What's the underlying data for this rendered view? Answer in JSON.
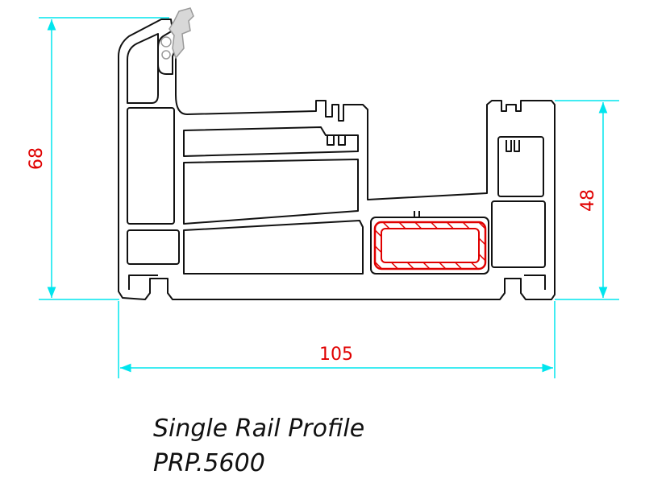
{
  "dimensions": {
    "height_total": "68",
    "height_rail": "48",
    "width_total": "105"
  },
  "caption": {
    "name": "Single Rail Profile",
    "code": "PRP.5600"
  },
  "colors": {
    "dimension_line": "#00e5ee",
    "dimension_text": "#e00000",
    "profile": "#111111",
    "reinforcement": "#e00000",
    "gasket": "#9a9a9a"
  }
}
